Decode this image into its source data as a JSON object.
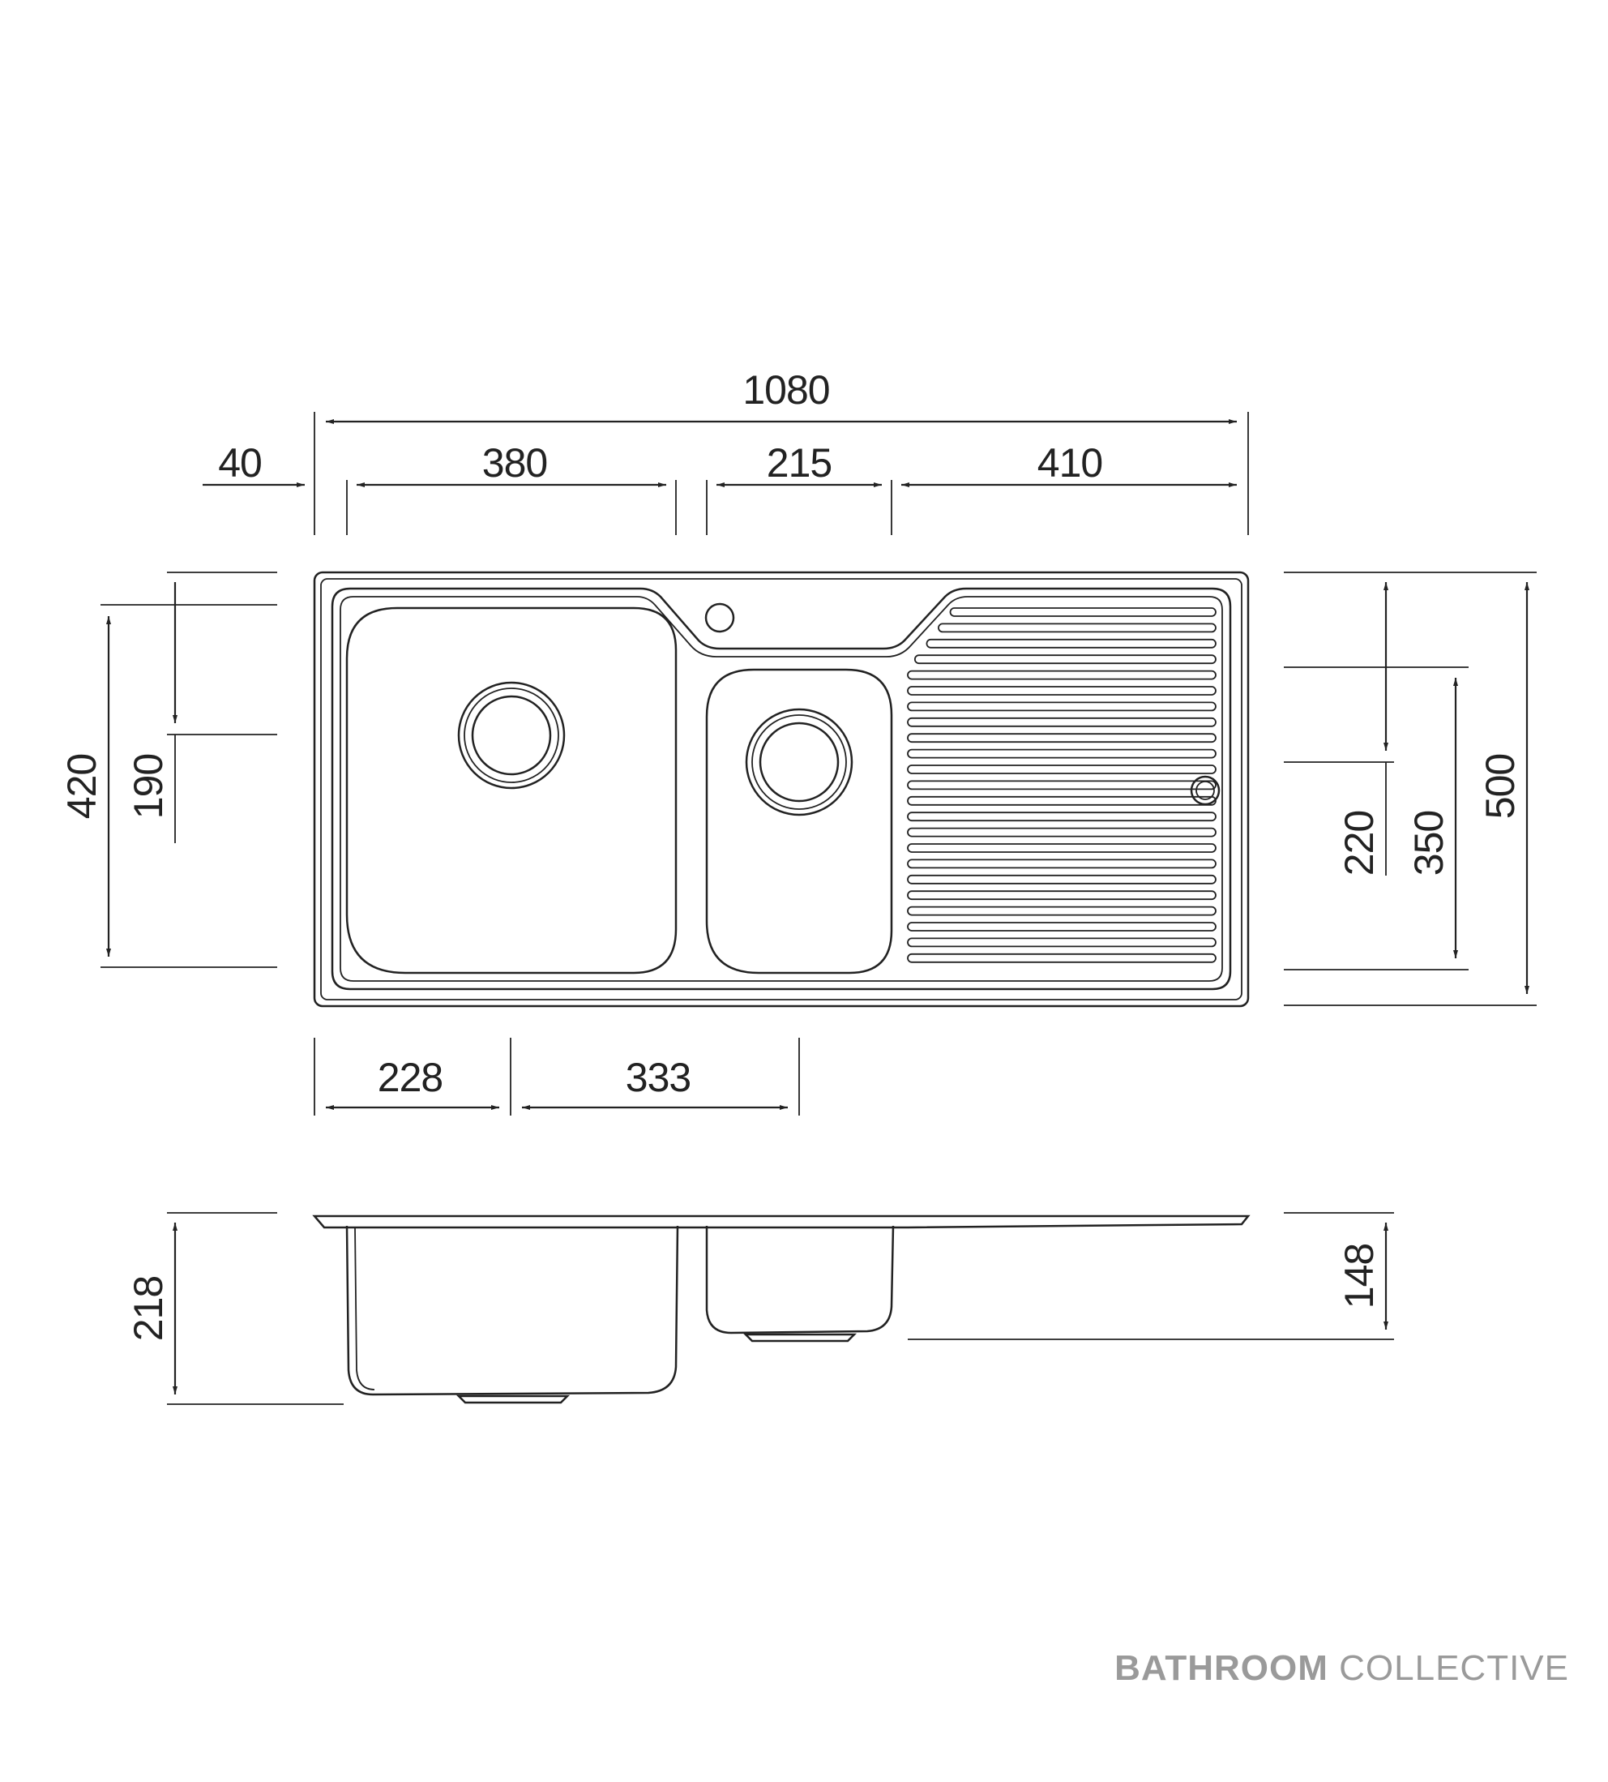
{
  "drawing": {
    "top_view": {
      "overall_width": "1080",
      "edge_offset": "40",
      "main_bowl_width": "380",
      "small_bowl_width": "215",
      "drainer_width": "410",
      "overall_depth": "500",
      "bowl_depth": "420",
      "waste_offset": "190",
      "small_bowl_depth": "350",
      "small_waste_offset": "220",
      "main_waste_position": "228",
      "waste_spacing": "333"
    },
    "side_view": {
      "main_bowl_height": "218",
      "small_bowl_height": "148"
    }
  },
  "brand": {
    "name_bold": "BATHROOM",
    "name_light": "COLLECTIVE"
  }
}
